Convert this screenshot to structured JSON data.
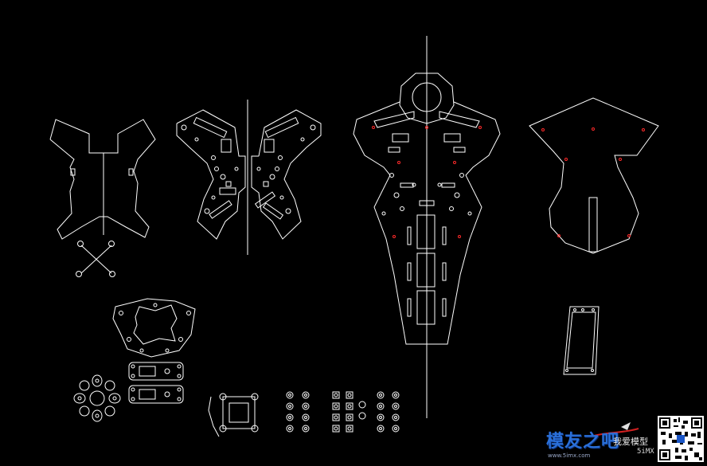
{
  "watermark": {
    "logo_text": "模友之吧",
    "subtitle": "我爱模型",
    "domain": "5iMX",
    "url": "www.5imx.com"
  },
  "icons": {
    "logo": "5imx-logo",
    "qr": "qr-code"
  },
  "colors": {
    "background": "#000000",
    "line": "#ffffff",
    "marker": "#ff2a2a",
    "logo_blue": "#2a6fd8"
  }
}
